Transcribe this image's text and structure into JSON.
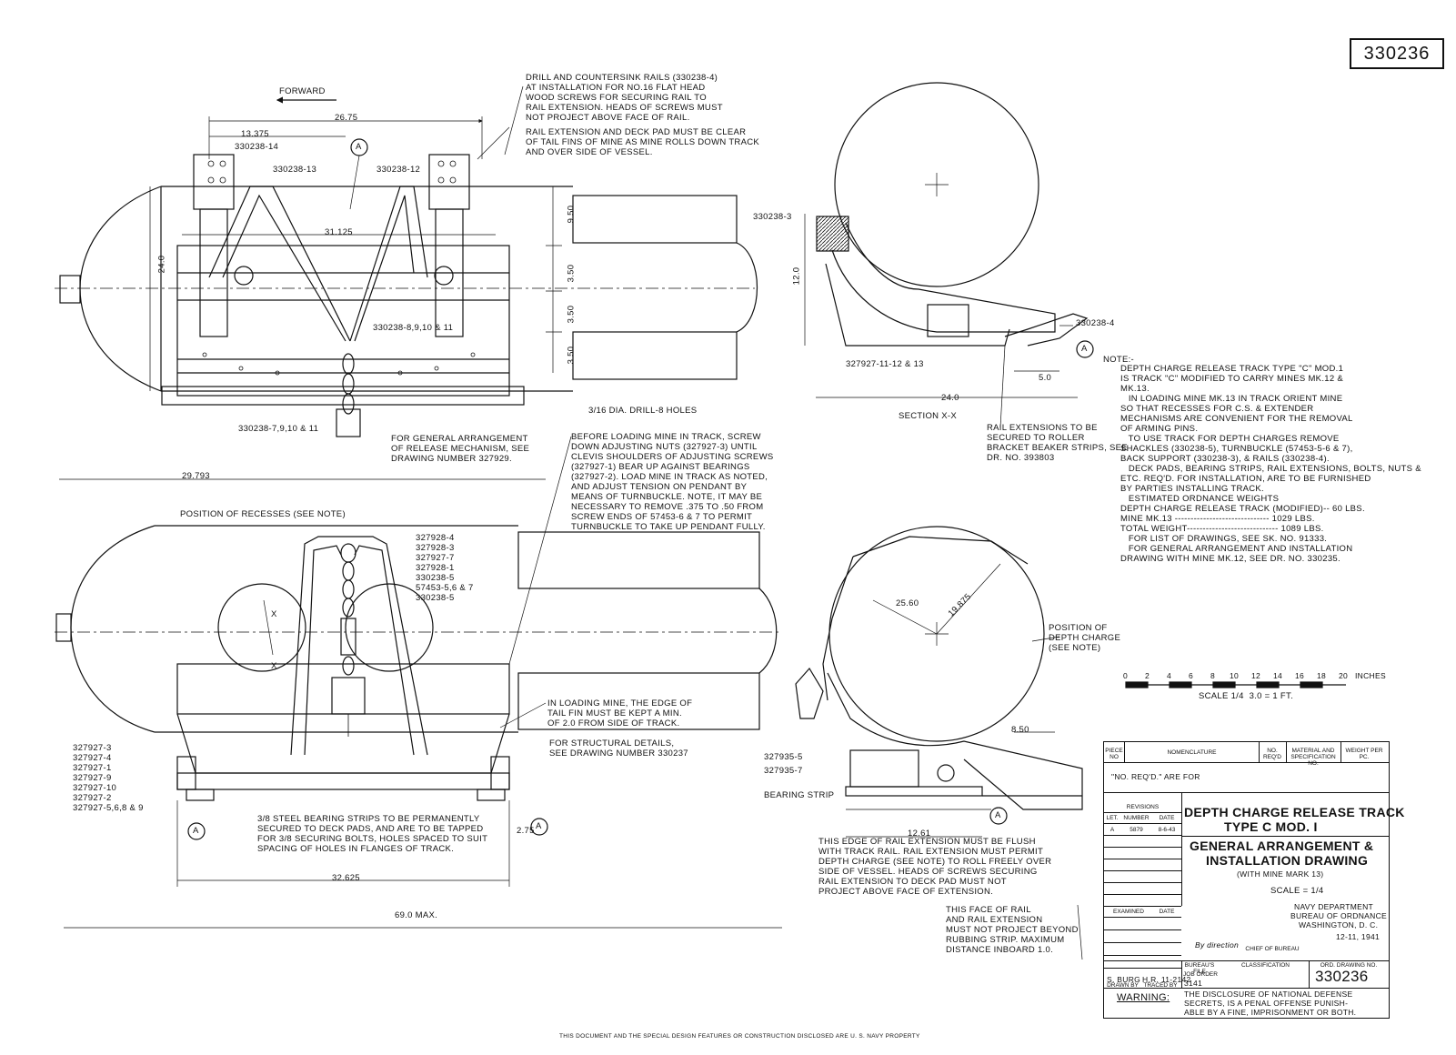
{
  "drawing_number": "330236",
  "forward_label": "FORWARD",
  "section_label": "SECTION X-X",
  "top_view": {
    "dims": {
      "d1": "26.75",
      "d2": "13.375",
      "d3": "31.125",
      "d4": "24.0",
      "d5": "9.50",
      "d6": "3.50",
      "d7": "3.50",
      "d8": "3.50"
    },
    "parts": {
      "p1": "330238-14",
      "p2": "330238-13",
      "p3": "330238-12",
      "p4": "330238-8,9,10 & 11",
      "p5": "330238-7,9,10 & 11"
    },
    "drill": "3/16 DIA. DRILL-8 HOLES",
    "ref_a": "A"
  },
  "notes_top": {
    "drill": "DRILL AND COUNTERSINK RAILS (330238-4)\nAT INSTALLATION FOR NO.16 FLAT HEAD\nWOOD SCREWS FOR SECURING RAIL TO\nRAIL EXTENSION. HEADS OF SCREWS MUST\nNOT PROJECT ABOVE FACE OF RAIL.",
    "rail_clear": "RAIL EXTENSION AND DECK PAD MUST BE CLEAR\nOF TAIL FINS OF MINE AS MINE ROLLS DOWN TRACK\nAND OVER SIDE OF VESSEL.",
    "release": "FOR GENERAL ARRANGEMENT\nOF RELEASE MECHANISM, SEE\nDRAWING NUMBER 327929.",
    "before_loading": "BEFORE LOADING MINE IN TRACK, SCREW\nDOWN ADJUSTING NUTS (327927-3) UNTIL\nCLEVIS SHOULDERS OF ADJUSTING SCREWS\n(327927-1) BEAR UP AGAINST BEARINGS\n(327927-2). LOAD MINE IN TRACK AS NOTED,\nAND ADJUST TENSION ON PENDANT BY\nMEANS OF TURNBUCKLE. NOTE, IT MAY BE\nNECESSARY TO REMOVE .375 TO .50 FROM\nSCREW ENDS OF 57453-6 & 7 TO PERMIT\nTURNBUCKLE TO TAKE UP PENDANT FULLY."
  },
  "section_view": {
    "p1": "330238-3",
    "p2": "330238-4",
    "p3": "327927-11-12 & 13",
    "dim1": "12.0",
    "dim2": "5.0",
    "dim3": "24.0",
    "rail_note": "RAIL EXTENSIONS TO BE\nSECURED TO ROLLER\nBRACKET BEAKER STRIPS, SEE\nDR. NO. 393803"
  },
  "general_note": {
    "title": "NOTE:-",
    "body": "DEPTH CHARGE RELEASE TRACK TYPE \"C\" MOD.1\nIS TRACK \"C\" MODIFIED TO CARRY MINES MK.12 &\nMK.13.\n   IN LOADING MINE MK.13 IN TRACK ORIENT MINE\nSO THAT RECESSES FOR C.S. & EXTENDER\nMECHANISMS ARE CONVENIENT FOR THE REMOVAL\nOF ARMING PINS.\n   TO USE TRACK FOR DEPTH CHARGES REMOVE\nSHACKLES (330238-5), TURNBUCKLE (57453-5-6 & 7),\nBACK SUPPORT (330238-3), & RAILS (330238-4).\n   DECK PADS, BEARING STRIPS, RAIL EXTENSIONS, BOLTS, NUTS &\nETC. REQ'D. FOR INSTALLATION, ARE TO BE FURNISHED\nBY PARTIES INSTALLING TRACK.\n   ESTIMATED ORDNANCE WEIGHTS\nDEPTH CHARGE RELEASE TRACK (MODIFIED)-- 60 LBS.\nMINE MK.13 ------------------------------ 1029 LBS.\nTOTAL WEIGHT----------------------------- 1089 LBS.\n   FOR LIST OF DRAWINGS, SEE SK. NO. 91333.\n   FOR GENERAL ARRANGEMENT AND INSTALLATION\nDRAWING WITH MINE MK.12, SEE DR. NO. 330235."
  },
  "side_view": {
    "dim_total": "29.793",
    "recesses": "POSITION OF RECESSES (SEE NOTE)",
    "chain_parts": [
      "327928-4",
      "327928-3",
      "327927-7",
      "327928-1",
      "330238-5",
      "57453-5,6 & 7",
      "330238-5"
    ],
    "left_parts": [
      "327927-3",
      "327927-4",
      "327927-1",
      "327927-9",
      "327927-10",
      "327927-2",
      "327927-5,6,8 & 9"
    ],
    "tail_fin": "IN LOADING MINE, THE EDGE OF\nTAIL FIN MUST BE KEPT A MIN.\nOF 2.0 FROM SIDE OF TRACK.",
    "structural": "FOR STRUCTURAL DETAILS,\nSEE DRAWING NUMBER 330237",
    "bearing": "3/8 STEEL BEARING STRIPS TO BE PERMANENTLY\nSECURED TO DECK PADS, AND ARE TO BE TAPPED\nFOR 3/8 SECURING BOLTS, HOLES SPACED TO SUIT\nSPACING OF HOLES IN FLANGES OF TRACK.",
    "dim_275": "2.75",
    "dim_32": "32.625",
    "dim_69": "69.0 MAX.",
    "x": "X"
  },
  "end_view": {
    "dim1": "25.60",
    "dim2": "19.875",
    "dim3": "8.50",
    "dim4": "12.61",
    "position": "POSITION OF\nDEPTH CHARGE\n(SEE NOTE)",
    "p1": "327935-5",
    "p2": "327935-7",
    "bearing_strip": "BEARING STRIP",
    "edge_note": "THIS EDGE OF RAIL EXTENSION MUST BE FLUSH\nWITH TRACK RAIL. RAIL EXTENSION MUST PERMIT\nDEPTH CHARGE (SEE NOTE) TO ROLL FREELY OVER\nSIDE OF VESSEL. HEADS OF SCREWS SECURING\nRAIL EXTENSION TO DECK PAD MUST NOT\nPROJECT ABOVE FACE OF EXTENSION.",
    "face_note": "THIS FACE OF RAIL\nAND RAIL EXTENSION\nMUST NOT PROJECT BEYOND\nRUBBING STRIP. MAXIMUM\nDISTANCE INBOARD 1.0."
  },
  "scale_bar": {
    "ticks": [
      "0",
      "2",
      "4",
      "6",
      "8",
      "10",
      "12",
      "14",
      "16",
      "18",
      "20"
    ],
    "unit": "INCHES",
    "caption": "SCALE 1/4  3.0 = 1 FT."
  },
  "title_block": {
    "col_piece": "PIECE NO",
    "col_nomen": "NOMENCLATURE",
    "col_req": "NO. REQ'D",
    "col_mat": "MATERIAL AND SPECIFICATION NO.",
    "col_wt": "WEIGHT PER PC.",
    "no_req": "\"NO. REQ'D.\" ARE FOR",
    "revisions": "REVISIONS",
    "rev_let": "LET.",
    "rev_num": "NUMBER",
    "rev_date": "DATE",
    "rev_row": [
      "A",
      "5879",
      "8-6-43"
    ],
    "title1": "DEPTH CHARGE RELEASE TRACK",
    "title2": "TYPE C MOD. I",
    "title3": "GENERAL ARRANGEMENT &",
    "title4": "INSTALLATION DRAWING",
    "title5": "(WITH MINE MARK 13)",
    "scale": "SCALE = 1/4",
    "navy": "NAVY DEPARTMENT",
    "bureau": "BUREAU OF ORDNANCE",
    "wash": "WASHINGTON, D. C.",
    "date": "12-11, 1941",
    "examined": "EXAMINED",
    "date_lbl": "DATE",
    "chief": "CHIEF OF BUREAU",
    "by_direction": "By direction",
    "bureau_file": "BUREAU'S FILE",
    "classification": "CLASSIFICATION",
    "ord_dwg": "ORD. DRAWING NO.",
    "burg": "S. BURG",
    "hr": "H.R. 11-2142",
    "job": "JOB ORDER",
    "num3141": "3141",
    "drawn": "DRAWN BY",
    "traced": "TRACED BY",
    "warning": "WARNING:",
    "warn_text": "THE DISCLOSURE OF NATIONAL DEFENSE\nSECRETS, IS A PENAL OFFENSE PUNISH-\nABLE BY A FINE, IMPRISONMENT OR BOTH."
  },
  "footer": "THIS DOCUMENT AND THE SPECIAL DESIGN FEATURES OR CONSTRUCTION DISCLOSED ARE U. S. NAVY PROPERTY"
}
